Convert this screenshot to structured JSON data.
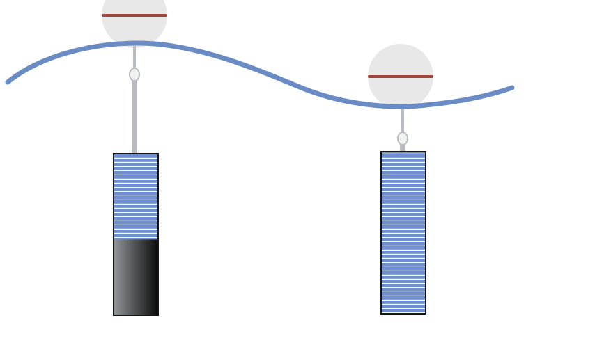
{
  "colors": {
    "wave": "#6a8bc4",
    "buoy": "#e8e8e8",
    "buoy_band": "#a0463c",
    "rod": "#b8bcc0",
    "frame": "#151515",
    "stripe_fill": "#6f8fcf",
    "stripe_line": "#ffffff",
    "shade_light": "#8e9396",
    "shade_dark": "#0d0d0d"
  },
  "floats": [
    {
      "id": "left",
      "shaded_fraction": 0.47
    },
    {
      "id": "right",
      "shaded_fraction": 0.0
    }
  ]
}
